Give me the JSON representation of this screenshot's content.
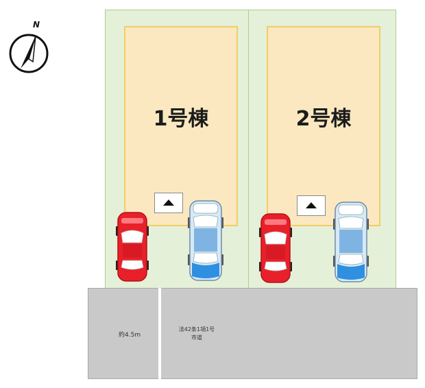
{
  "compass": {
    "label": "N",
    "icon": "north-arrow-icon"
  },
  "lots": [
    {
      "building_label": "1号棟",
      "entrance_icon": "entrance-triangle-icon"
    },
    {
      "building_label": "2号棟",
      "entrance_icon": "entrance-triangle-icon"
    }
  ],
  "cars": [
    "red-car-icon",
    "blue-car-icon",
    "red-car-icon",
    "blue-car-icon"
  ],
  "road": {
    "width": "約4.5m",
    "law_line1": "法42条1項1号",
    "law_line2": "市道"
  },
  "colors": {
    "lot": "#e4f0d8",
    "lot_border": "#a9cf8f",
    "building": "#fbe8c0",
    "building_border": "#f2cd65",
    "road": "#c9c9c9",
    "car_red": "#e8202a",
    "car_blue": "#2f8fe0"
  }
}
